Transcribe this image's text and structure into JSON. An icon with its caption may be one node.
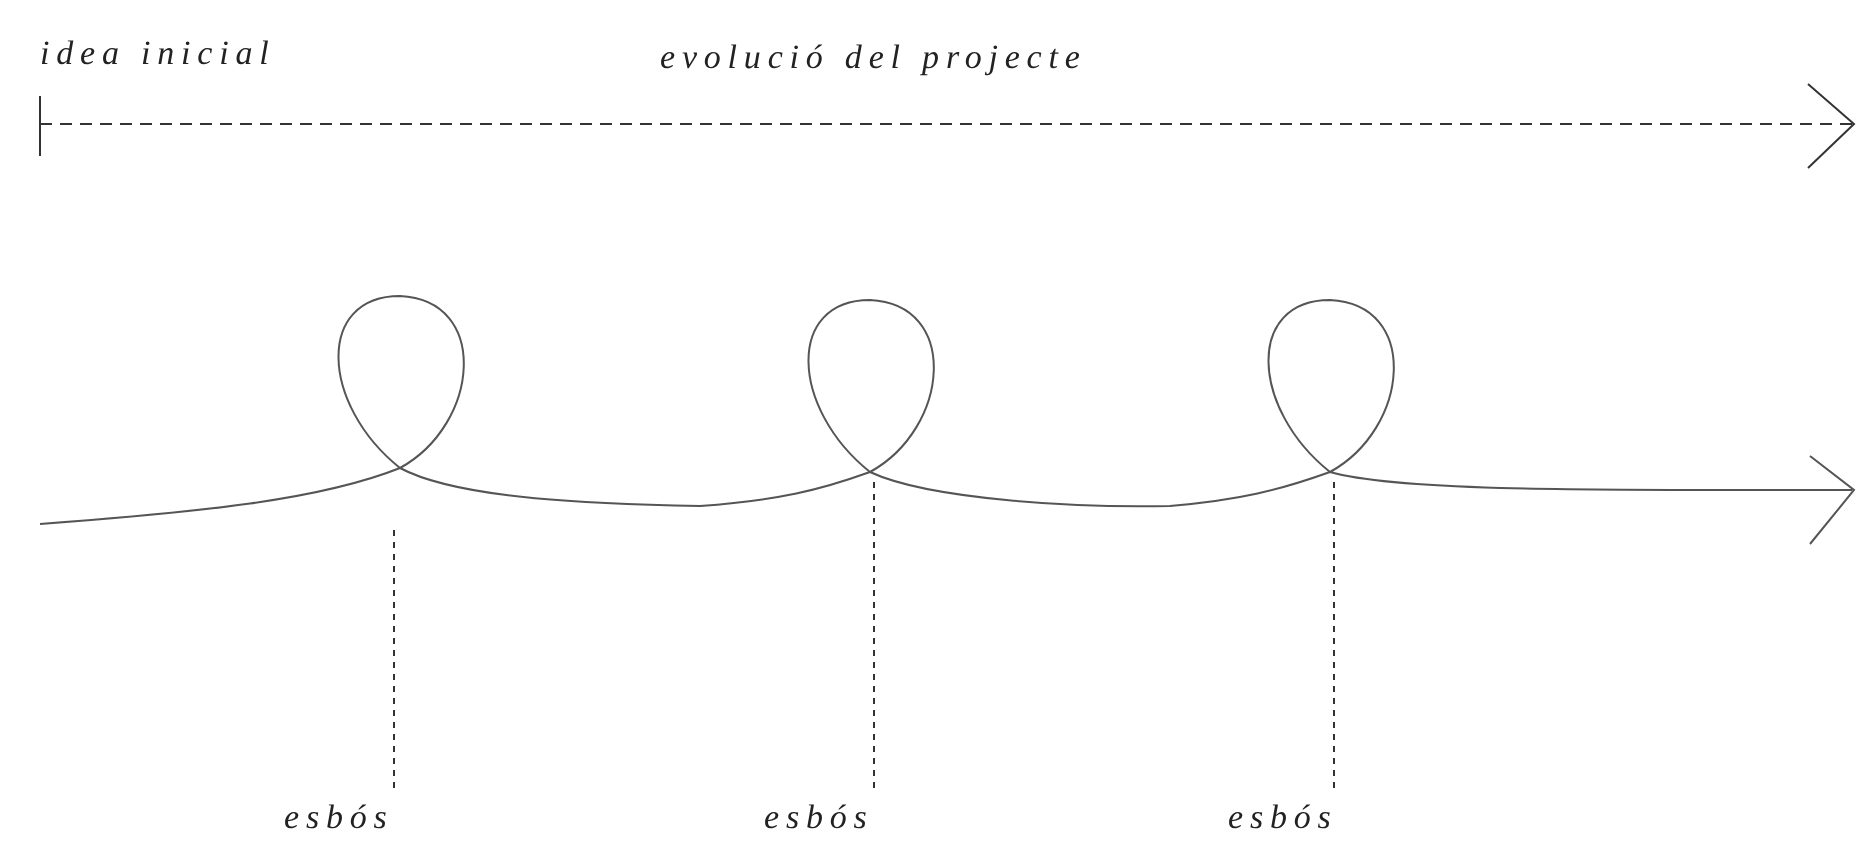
{
  "diagram": {
    "nodes": [
      {
        "text": [
          "esbós"
        ]
      },
      {
        "text": [
          "esbós"
        ]
      },
      {
        "text": [
          "esbós"
        ]
      }
    ],
    "edges": [
      {
        "from": 0,
        "to": null,
        "arrow": "none",
        "style": "dashed"
      },
      {
        "from": 1,
        "to": null,
        "arrow": "none",
        "style": "dashed"
      },
      {
        "from": 2,
        "to": null,
        "arrow": "none",
        "style": "dashed"
      }
    ],
    "labels": [
      "idea inicial",
      "evolució del projecte"
    ]
  }
}
